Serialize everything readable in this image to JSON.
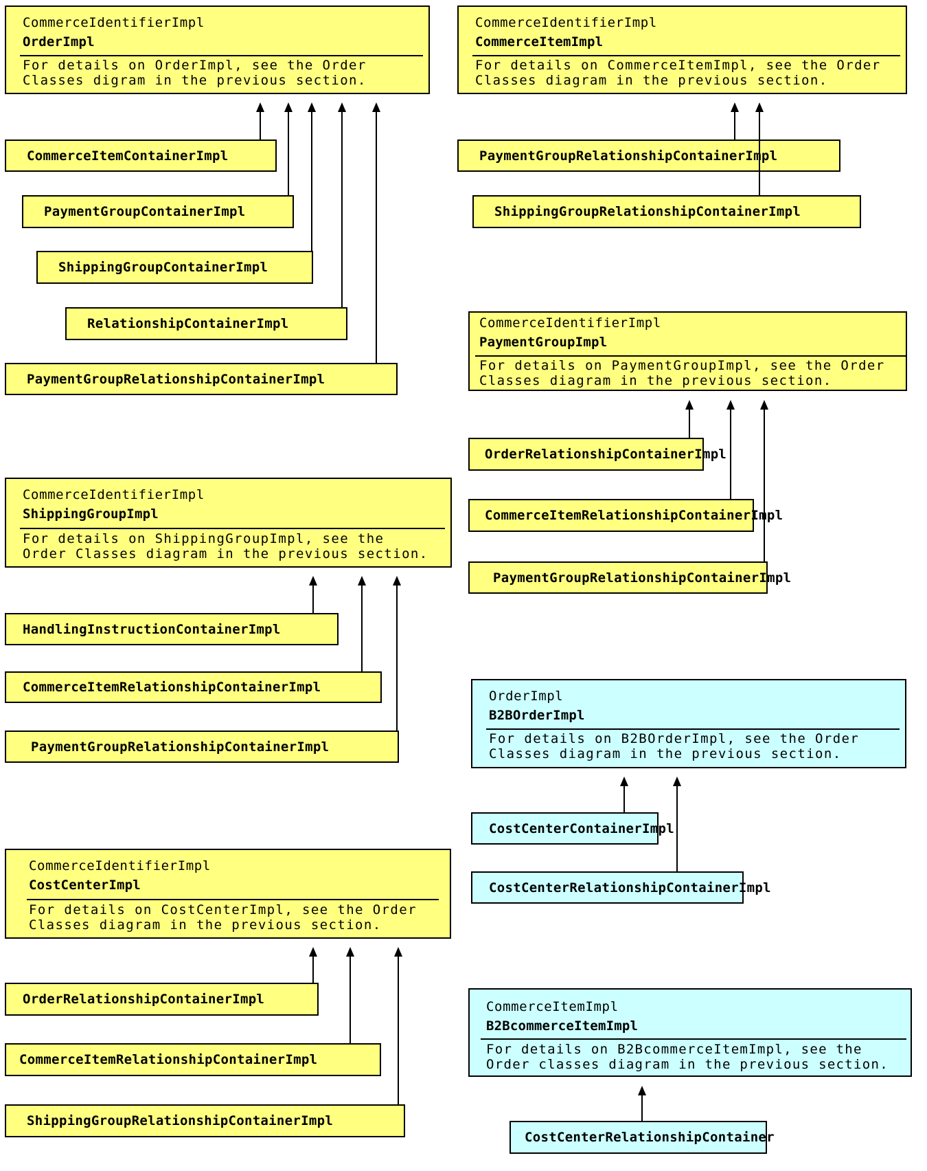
{
  "colors": {
    "base_class_fill": "#ffff80",
    "b2b_class_fill": "#ccffff",
    "line": "#000000"
  },
  "groups": [
    {
      "id": "order",
      "parent": {
        "superclass": "CommerceIdentifierImpl",
        "name": "OrderImpl",
        "description": "For details on OrderImpl, see the Order\nClasses digram in the previous section."
      },
      "children": [
        "CommerceItemContainerImpl",
        "PaymentGroupContainerImpl",
        "ShippingGroupContainerImpl",
        "RelationshipContainerImpl",
        "PaymentGroupRelationshipContainerImpl"
      ]
    },
    {
      "id": "commerce-item",
      "parent": {
        "superclass": "CommerceIdentifierImpl",
        "name": "CommerceItemImpl",
        "description": "For details on CommerceItemImpl, see the Order\nClasses diagram in the previous section."
      },
      "children": [
        "PaymentGroupRelationshipContainerImpl",
        "ShippingGroupRelationshipContainerImpl"
      ]
    },
    {
      "id": "payment-group",
      "parent": {
        "superclass": "CommerceIdentifierImpl",
        "name": "PaymentGroupImpl",
        "description": "For details on PaymentGroupImpl, see the Order\nClasses diagram in the previous section."
      },
      "children": [
        "OrderRelationshipContainerImpl",
        "CommerceItemRelationshipContainerImpl",
        "PaymentGroupRelationshipContainerImpl"
      ]
    },
    {
      "id": "shipping-group",
      "parent": {
        "superclass": "CommerceIdentifierImpl",
        "name": "ShippingGroupImpl",
        "description": "For details on ShippingGroupImpl, see the\nOrder Classes diagram in the previous section."
      },
      "children": [
        "HandlingInstructionContainerImpl",
        "CommerceItemRelationshipContainerImpl",
        "PaymentGroupRelationshipContainerImpl"
      ]
    },
    {
      "id": "b2b-order",
      "parent": {
        "superclass": "OrderImpl",
        "name": "B2BOrderImpl",
        "description": "For details on B2BOrderImpl, see the Order\nClasses diagram in the previous section."
      },
      "children": [
        "CostCenterContainerImpl",
        "CostCenterRelationshipContainerImpl"
      ]
    },
    {
      "id": "cost-center",
      "parent": {
        "superclass": "CommerceIdentifierImpl",
        "name": "CostCenterImpl",
        "description": "For details on CostCenterImpl, see the Order\nClasses diagram in the previous section."
      },
      "children": [
        "OrderRelationshipContainerImpl",
        "CommerceItemRelationshipContainerImpl",
        "ShippingGroupRelationshipContainerImpl"
      ]
    },
    {
      "id": "b2b-commerce-item",
      "parent": {
        "superclass": "CommerceItemImpl",
        "name": "B2BcommerceItemImpl",
        "description": "For details on B2BcommerceItemImpl, see the\nOrder classes diagram in the previous section."
      },
      "children": [
        "CostCenterRelationshipContainer"
      ]
    }
  ]
}
